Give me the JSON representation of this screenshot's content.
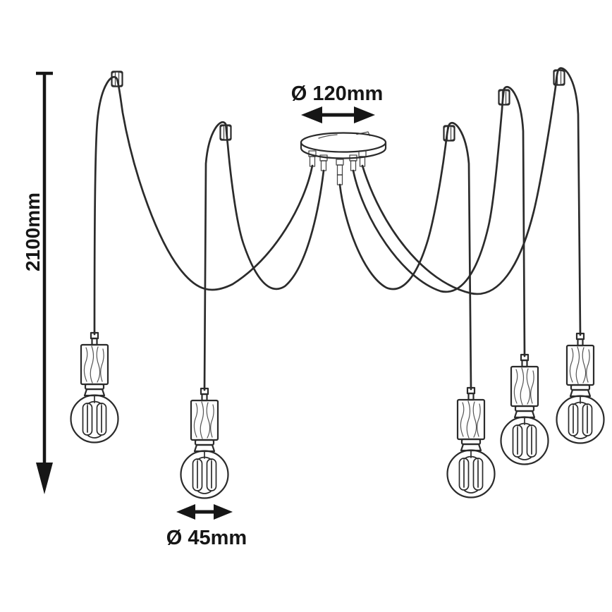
{
  "figure": {
    "type": "product-dimension-diagram",
    "subject": "spider pendant lamp, 5 hanging filament bulbs on looped cables",
    "pendant_count": 5,
    "ceiling_hook_count": 5,
    "ink_color": "#2b2b2b",
    "text_color": "#161616",
    "background_color": "#ffffff"
  },
  "labels": {
    "canopy_diameter": "Ø 120mm",
    "suspension_height": "2100mm",
    "bulb_diameter": "Ø 45mm"
  }
}
